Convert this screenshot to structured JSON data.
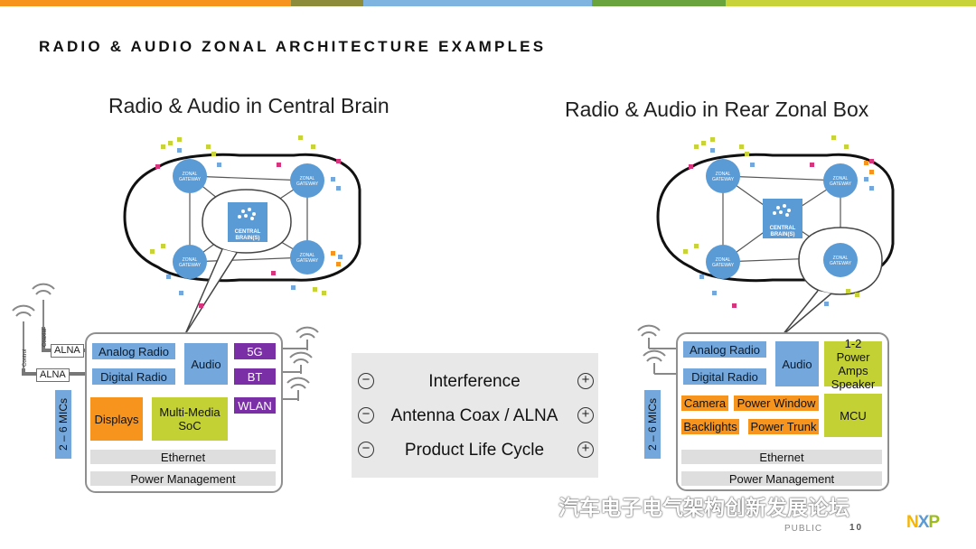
{
  "colors": {
    "top_bar": [
      "#f7941d",
      "#8c8c3b",
      "#7fb3e0",
      "#6aa43c",
      "#c8d33a"
    ],
    "blue": "#74a7dc",
    "purple": "#7a2fa6",
    "orange": "#f7941d",
    "lime": "#c3d135",
    "grey": "#dedede"
  },
  "slide_title": "RADIO & AUDIO ZONAL ARCHITECTURE EXAMPLES",
  "left": {
    "title": "Radio & Audio in Central Brain",
    "car": {
      "gateway_label": "ZONAL\nGATEWAY",
      "brain_label": "CENTRAL\nBRAIN(S)"
    },
    "antenna_labels": [
      "Control",
      "Coaxial"
    ],
    "alna_top": "ALNA",
    "alna_bottom": "ALNA",
    "mics": "2 – 6 MICs",
    "ecu": {
      "analog_radio": "Analog Radio",
      "digital_radio": "Digital Radio",
      "audio": "Audio",
      "five_g": "5G",
      "bt": "BT",
      "wlan": "WLAN",
      "displays": "Displays",
      "mm_soc": "Multi-Media SoC",
      "ethernet": "Ethernet",
      "power_mgmt": "Power Management"
    }
  },
  "right": {
    "title": "Radio & Audio in Rear Zonal Box",
    "car": {
      "gateway_label": "ZONAL\nGATEWAY",
      "brain_label": "CENTRAL\nBRAIN(S)"
    },
    "mics": "2 – 6 MICs",
    "ecu": {
      "analog_radio": "Analog Radio",
      "digital_radio": "Digital Radio",
      "audio": "Audio",
      "amps": "1-2 Power Amps Speaker",
      "camera": "Camera",
      "power_window": "Power Window",
      "backlights": "Backlights",
      "power_trunk": "Power Trunk",
      "mcu": "MCU",
      "ethernet": "Ethernet",
      "power_mgmt": "Power Management"
    }
  },
  "comparison": {
    "rows": [
      {
        "minus": "−",
        "label": "Interference",
        "plus": "+"
      },
      {
        "minus": "−",
        "label": "Antenna Coax / ALNA",
        "plus": "+"
      },
      {
        "minus": "−",
        "label": "Product Life Cycle",
        "plus": "+"
      }
    ]
  },
  "footer": {
    "public": "PUBLIC",
    "page": "10",
    "watermark": "汽车电子电气架构创新发展论坛",
    "logo": "NXP"
  }
}
